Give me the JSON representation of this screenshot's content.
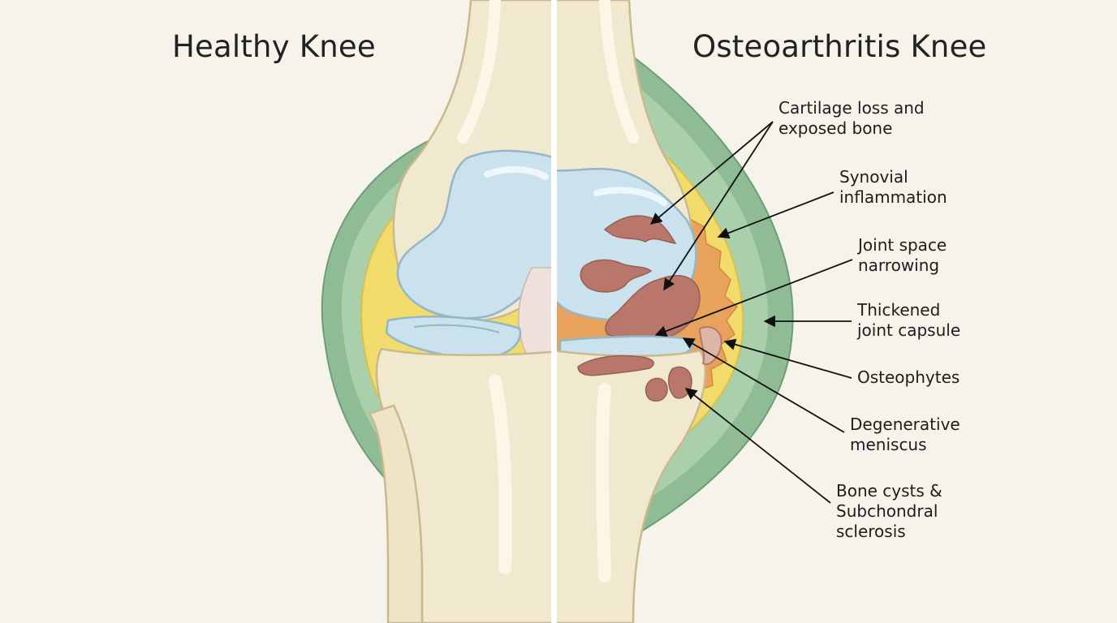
{
  "titles": {
    "left": "Healthy Knee",
    "right": "Osteoarthritis Knee"
  },
  "labels": {
    "cartilage_loss": "Cartilage loss and\nexposed bone",
    "synovial": "Synovial\ninflammation",
    "joint_space": "Joint space\nnarrowing",
    "capsule": "Thickened\njoint capsule",
    "osteophytes": "Osteophytes",
    "meniscus": "Degenerative\nmeniscus",
    "bone_cysts": "Bone cysts &\nSubchondral\nsclerosis"
  },
  "colors": {
    "background": "#f5f3ea",
    "bone": "#f1e9cf",
    "bone_outline": "#c9b98e",
    "cartilage": "#c9e2ee",
    "capsule": "#8fbc95",
    "synovial_fluid": "#f1dc6b",
    "inflammation": "#e9a25b",
    "damage": "#b8776a",
    "divider": "#ffffff"
  }
}
